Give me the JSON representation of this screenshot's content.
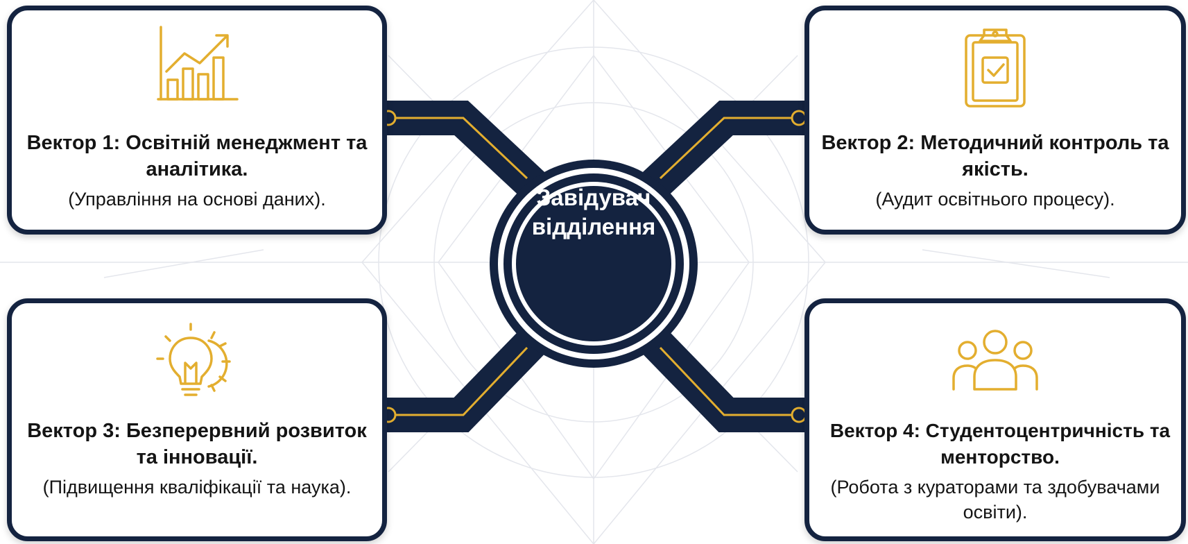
{
  "hub": {
    "line1": "Завідувач",
    "line2": "відділення"
  },
  "colors": {
    "navy": "#142340",
    "gold": "#E3AE2F",
    "background": "#FFFFFF"
  },
  "cards": [
    {
      "id": "card-1",
      "icon": "chart-growth-icon",
      "title": "Вектор 1: Освітній менеджмент та аналітика.",
      "subtitle": "(Управління на основі даних)."
    },
    {
      "id": "card-2",
      "icon": "clipboard-check-icon",
      "title": "Вектор 2: Методичний контроль та якість.",
      "subtitle": "(Аудит освітнього процесу)."
    },
    {
      "id": "card-3",
      "icon": "lightbulb-gear-icon",
      "title": "Вектор 3: Безперервний розвиток та інновації.",
      "subtitle": "(Підвищення кваліфікації та наука)."
    },
    {
      "id": "card-4",
      "icon": "people-group-icon",
      "title": "Вектор 4: Студентоцентричність та менторство.",
      "subtitle": "(Робота з кураторами та здобувачами освіти)."
    }
  ]
}
